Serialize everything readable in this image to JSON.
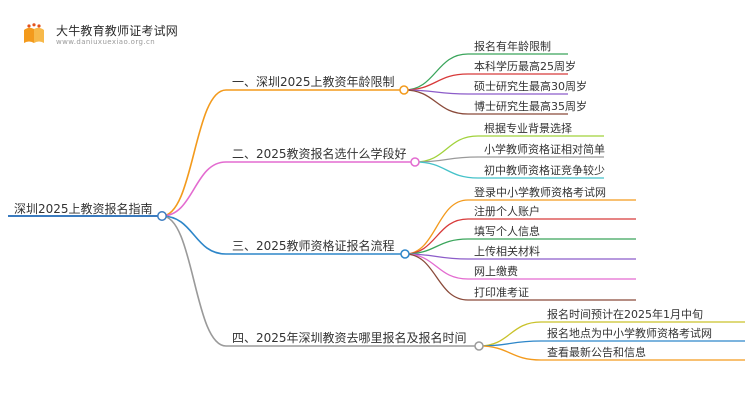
{
  "logo": {
    "title": "大牛教育教师证考试网",
    "url": "www.daniuxuexiao.org.cn"
  },
  "colors": {
    "root": "#3a7bbf",
    "branches": [
      "#f39a1c",
      "#e36bd0",
      "#2d86c9",
      "#9a9a9a"
    ],
    "children": [
      [
        "#3aa55b",
        "#d83a3a",
        "#8c5cc9",
        "#8a4a3a"
      ],
      [
        "#a1d23b",
        "#9a9a9a",
        "#45c2c9"
      ],
      [
        "#f39a1c",
        "#d83a3a",
        "#3aa55b",
        "#8c5cc9",
        "#e36bd0",
        "#8a4a3a"
      ],
      [
        "#c9c22a",
        "#2d86c9",
        "#f39a1c"
      ]
    ]
  },
  "root": {
    "label": "深圳2025上教资报名指南"
  },
  "branches": [
    {
      "label": "一、深圳2025上教资年龄限制",
      "children": [
        "报名有年龄限制",
        "本科学历最高25周岁",
        "硕士研究生最高30周岁",
        "博士研究生最高35周岁"
      ]
    },
    {
      "label": "二、2025教资报名选什么学段好",
      "children": [
        "根据专业背景选择",
        "小学教师资格证相对简单",
        "初中教师资格证竞争较少"
      ]
    },
    {
      "label": "三、2025教师资格证报名流程",
      "children": [
        "登录中小学教师资格考试网",
        "注册个人账户",
        "填写个人信息",
        "上传相关材料",
        "网上缴费",
        "打印准考证"
      ]
    },
    {
      "label": "四、2025年深圳教资去哪里报名及报名时间",
      "children": [
        "报名时间预计在2025年1月中旬",
        "报名地点为中小学教师资格考试网",
        "查看最新公告和信息"
      ]
    }
  ]
}
